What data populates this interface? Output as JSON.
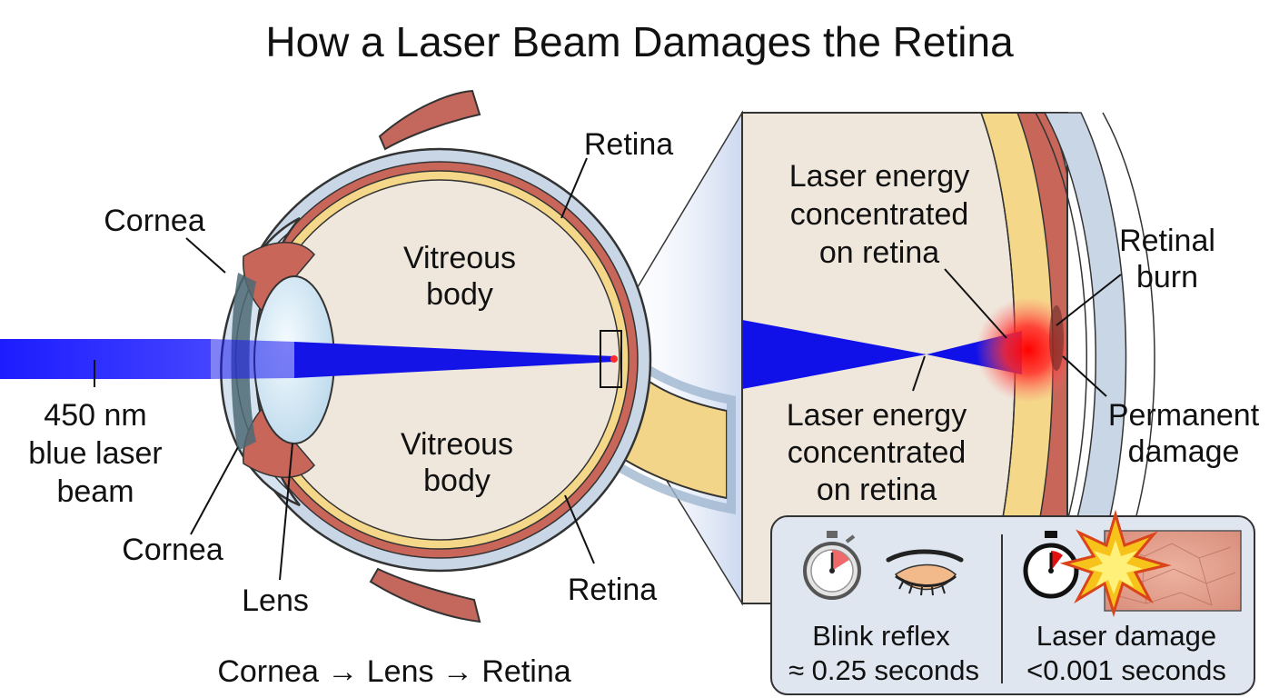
{
  "title": "How a Laser Beam Damages the Retina",
  "labels": {
    "retina_top": "Retina",
    "cornea_top": "Cornea",
    "vitreous_top_1": "Vitreous",
    "vitreous_top_2": "body",
    "vitreous_bottom_1": "Vitreous",
    "vitreous_bottom_2": "body",
    "laser_1": "450 nm",
    "laser_2": "blue laser",
    "laser_3": "beam",
    "cornea_bottom": "Cornea",
    "lens": "Lens",
    "retina_bottom": "Retina",
    "path_caption": "Cornea → Lens → Retina"
  },
  "zoom": {
    "energy_top_1": "Laser energy",
    "energy_top_2": "concentrated",
    "energy_top_3": "on retina",
    "energy_bottom_1": "Laser energy",
    "energy_bottom_2": "concentrated",
    "energy_bottom_3": "on retina",
    "burn_1": "Retinal",
    "burn_2": "burn",
    "damage_1": "Permanent",
    "damage_2": "damage"
  },
  "timing": {
    "blink_label": "Blink reflex",
    "blink_time": "≈ 0.25 seconds",
    "laser_label": "Laser damage",
    "laser_time": "<0.001 seconds"
  },
  "colors": {
    "laser_blue": "#1414e6",
    "burn_red": "#ff1a1a",
    "sclera": "#c9d6e6",
    "choroid": "#c8665a",
    "retina_layer": "#f5d78a",
    "vitreous": "#efe7dc"
  }
}
